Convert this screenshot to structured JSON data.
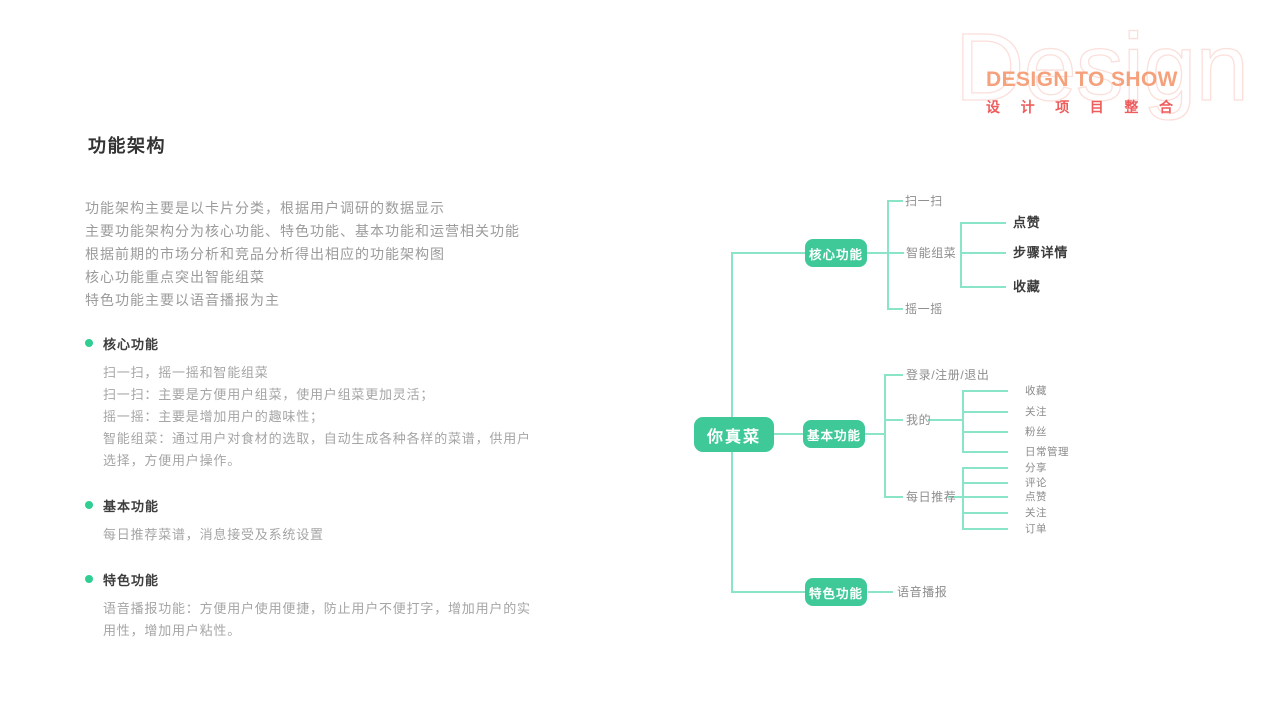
{
  "theme": {
    "accent_green": "#3FC998",
    "line_green": "#8AE4C8",
    "bullet_green": "#2FCE92",
    "brand_orange": "#F5A17C",
    "brand_red": "#EE5C5C",
    "watermark_pink": "#FBDFDB",
    "title_dark": "#333333",
    "heading_dark": "#3E3E3E",
    "text_gray": "#9B9B9B",
    "label_gray": "#8E8E8E",
    "label_dark": "#3D3D3D"
  },
  "header": {
    "watermark": "Design",
    "brand_title": "DESIGN TO SHOW",
    "brand_subtitle_chars": [
      "设",
      "计",
      "项",
      "目",
      "整",
      "合"
    ]
  },
  "content": {
    "title": "功能架构",
    "intro_lines": [
      "功能架构主要是以卡片分类，根据用户调研的数据显示",
      "主要功能架构分为核心功能、特色功能、基本功能和运营相关功能",
      "根据前期的市场分析和竞品分析得出相应的功能架构图",
      "核心功能重点突出智能组菜",
      "特色功能主要以语音播报为主"
    ],
    "sections": [
      {
        "heading": "核心功能",
        "body_lines": [
          "扫一扫，摇一摇和智能组菜",
          "扫一扫：主要是方便用户组菜，使用户组菜更加灵活；",
          "摇一摇：主要是增加用户的趣味性；",
          "智能组菜：通过用户对食材的选取，自动生成各种各样的菜谱，供用户选择，方便用户操作。"
        ]
      },
      {
        "heading": "基本功能",
        "body_lines": [
          "每日推荐菜谱，消息接受及系统设置"
        ]
      },
      {
        "heading": "特色功能",
        "body_lines": [
          "语音播报功能：方便用户使用便捷，防止用户不便打字，增加用户的实用性，增加用户粘性。"
        ]
      }
    ]
  },
  "mindmap": {
    "root_label": "你真菜",
    "branches": [
      {
        "label": "核心功能",
        "children": [
          {
            "label": "扫一扫",
            "children": []
          },
          {
            "label": "智能组菜",
            "children": [
              "点赞",
              "步骤详情",
              "收藏"
            ]
          },
          {
            "label": "摇一摇",
            "children": []
          }
        ]
      },
      {
        "label": "基本功能",
        "children": [
          {
            "label": "登录/注册/退出",
            "children": []
          },
          {
            "label": "我的",
            "children": [
              "收藏",
              "关注",
              "粉丝",
              "日常管理"
            ]
          },
          {
            "label": "每日推荐",
            "children": [
              "分享",
              "评论",
              "点赞",
              "关注",
              "订单"
            ]
          }
        ]
      },
      {
        "label": "特色功能",
        "children": [
          {
            "label": "语音播报",
            "children": []
          }
        ]
      }
    ]
  }
}
